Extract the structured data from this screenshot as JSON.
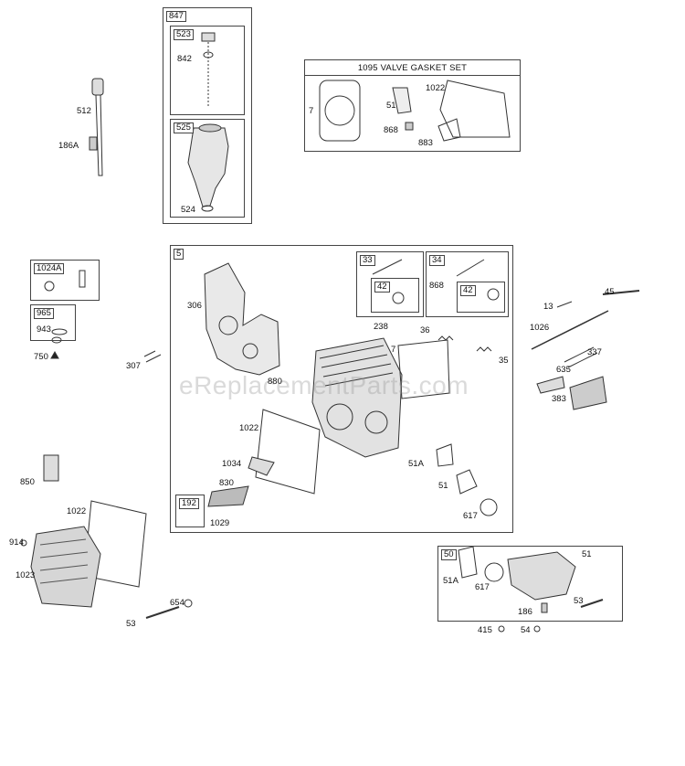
{
  "watermark": "eReplacementParts.com",
  "boxes": {
    "b847": "847",
    "b523": "523",
    "b525": "525",
    "b5": "5",
    "b33": "33",
    "b34": "34",
    "b42a": "42",
    "b42b": "42",
    "b1024a": "1024A",
    "b965": "965",
    "b192": "192",
    "b50": "50"
  },
  "headers": {
    "valve_gasket_set": "1095 VALVE GASKET SET"
  },
  "labels": {
    "l512": "512",
    "l186a": "186A",
    "l842": "842",
    "l524": "524",
    "l7a": "7",
    "l51a_top": "51",
    "l1022_top": "1022",
    "l868_top": "868",
    "l883": "883",
    "l306": "306",
    "l868_mid": "868",
    "l238": "238",
    "l36": "36",
    "l7b": "7",
    "l35": "35",
    "l880": "880",
    "l1022_mid": "1022",
    "l1034": "1034",
    "l830": "830",
    "l1029": "1029",
    "l51A_mid": "51A",
    "l51_mid": "51",
    "l617_mid": "617",
    "l943": "943",
    "l750": "750",
    "l307": "307",
    "l13": "13",
    "l45": "45",
    "l1026": "1026",
    "l337": "337",
    "l635": "635",
    "l383": "383",
    "l850": "850",
    "l1022_bot": "1022",
    "l914": "914",
    "l1023": "1023",
    "l654": "654",
    "l53_bot": "53",
    "l51A_bot": "51A",
    "l617_bot": "617",
    "l51_bot": "51",
    "l53_r": "53",
    "l186": "186",
    "l415": "415",
    "l54": "54"
  }
}
